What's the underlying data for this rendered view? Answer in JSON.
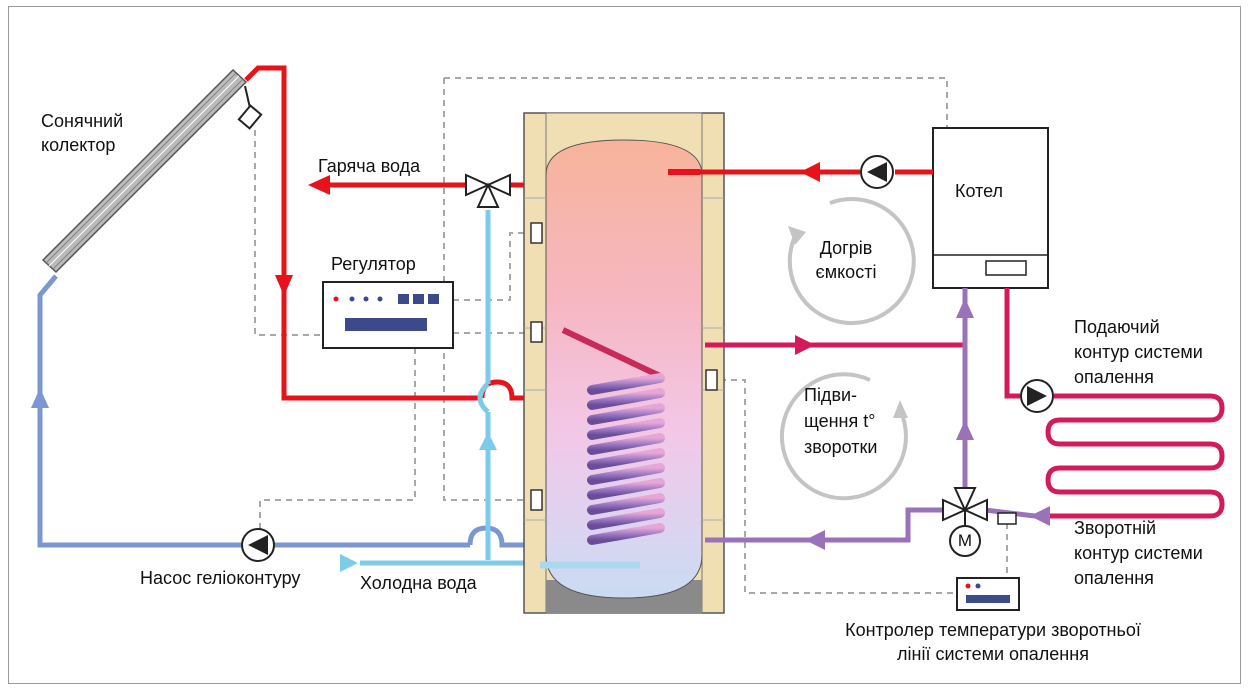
{
  "labels": {
    "solar_collector_1": "Сонячний",
    "solar_collector_2": "колектор",
    "hot_water": "Гаряча вода",
    "regulator": "Регулятор",
    "boiler": "Котел",
    "reheat_1": "Догрів",
    "reheat_2": "ємкості",
    "return_raise_1": "Підви-",
    "return_raise_2": "щення t°",
    "return_raise_3": "зворотки",
    "supply_1": "Подаючий",
    "supply_2": "контур системи",
    "supply_3": "опалення",
    "return_1": "Зворотній",
    "return_2": "контур системи",
    "return_3": "опалення",
    "solar_pump": "Насос геліоконтуру",
    "cold_water": "Холодна вода",
    "controller_1": "Контролер температури зворотньої",
    "controller_2": "лінії системи опалення",
    "motor": "M"
  },
  "colors": {
    "hot": "#e8121b",
    "solar_blue": "#7b96d0",
    "cold_blue": "#7ccbe9",
    "purple": "#9a72b8",
    "magenta": "#d41a5a",
    "dashed": "#a8a8a8",
    "tank_frame": "#f1dfb4"
  },
  "icons": [
    "pump-icon",
    "three-way-valve-icon",
    "motor-icon",
    "sensor-icon",
    "arrow-icon"
  ]
}
